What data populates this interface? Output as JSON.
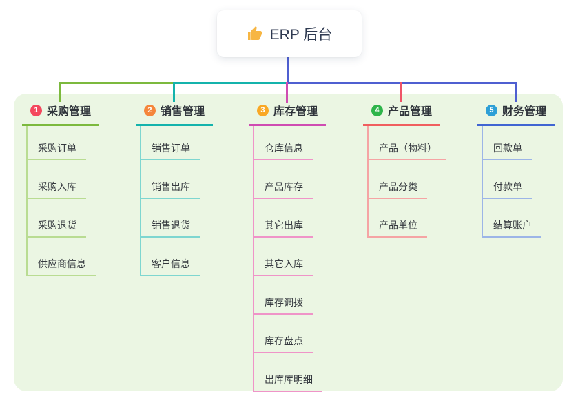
{
  "root": {
    "label": "ERP 后台",
    "icon": "thumbs-up-icon",
    "icon_color": "#f7b643"
  },
  "canvas_bg": "#ebf6e3",
  "connectors": {
    "root_drop_color": "#4f5fd1",
    "bus_left_color": "#7cb93e",
    "bus_mid_color": "#14b3ac",
    "bus_right_color": "#4f5fd1",
    "drop_colors": [
      "#7cb93e",
      "#14b3ac",
      "#cf4cb2",
      "#ef5468",
      "#4f5fd1"
    ]
  },
  "branches": [
    {
      "num": "1",
      "label": "采购管理",
      "badge_color": "#f4485e",
      "color": "#7cb93e",
      "light_color": "#b9dc92",
      "children": [
        "采购订单",
        "采购入库",
        "采购退货",
        "供应商信息"
      ]
    },
    {
      "num": "2",
      "label": "销售管理",
      "badge_color": "#f5863b",
      "color": "#14b3ac",
      "light_color": "#7ed6d0",
      "children": [
        "销售订单",
        "销售出库",
        "销售退货",
        "客户信息"
      ]
    },
    {
      "num": "3",
      "label": "库存管理",
      "badge_color": "#f9a825",
      "color": "#cf4cb2",
      "light_color": "#ef94c8",
      "children": [
        "仓库信息",
        "产品库存",
        "其它出库",
        "其它入库",
        "库存调拨",
        "库存盘点",
        "出库库明细"
      ]
    },
    {
      "num": "4",
      "label": "产品管理",
      "badge_color": "#2eb44a",
      "color": "#f05f5f",
      "light_color": "#f5a4a4",
      "children": [
        "产品（物料）",
        "产品分类",
        "产品单位"
      ]
    },
    {
      "num": "5",
      "label": "财务管理",
      "badge_color": "#2d9fd6",
      "color": "#4065d2",
      "light_color": "#9cb5e7",
      "children": [
        "回款单",
        "付款单",
        "结算账户"
      ]
    }
  ]
}
